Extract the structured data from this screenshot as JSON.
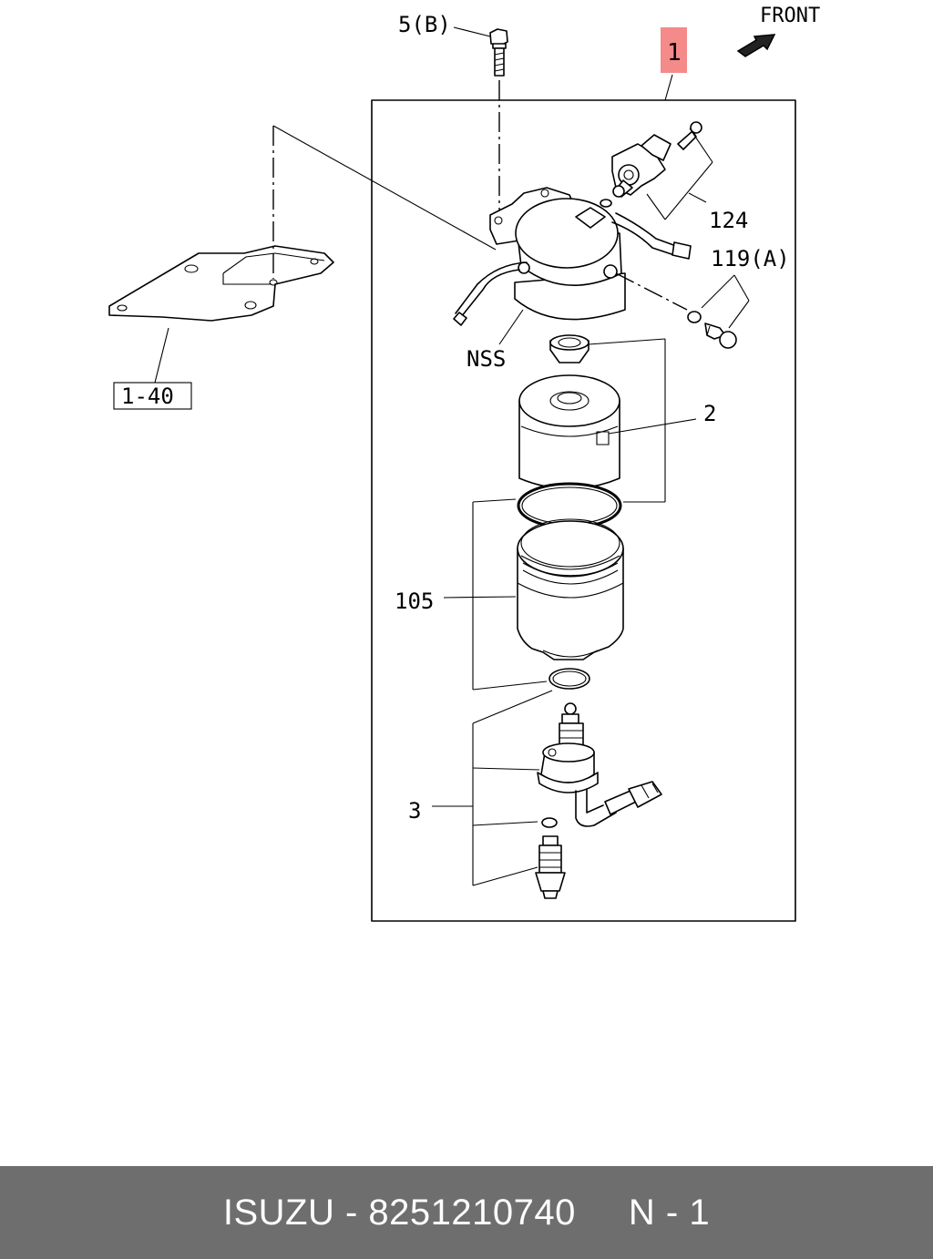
{
  "diagram": {
    "direction_label": "FRONT",
    "callouts": {
      "bolt_b": "5(B)",
      "assembly": "1",
      "sensor_kit": "124",
      "bolt_a": "119(A)",
      "nss": "NSS",
      "element": "2",
      "case": "105",
      "drain_kit": "3",
      "bracket_ref": "1-40"
    },
    "highlight_color": "#f48a8a"
  },
  "footer": {
    "text": "ISUZU - 8251210740     N - 1",
    "background": "#6e6e6e"
  }
}
